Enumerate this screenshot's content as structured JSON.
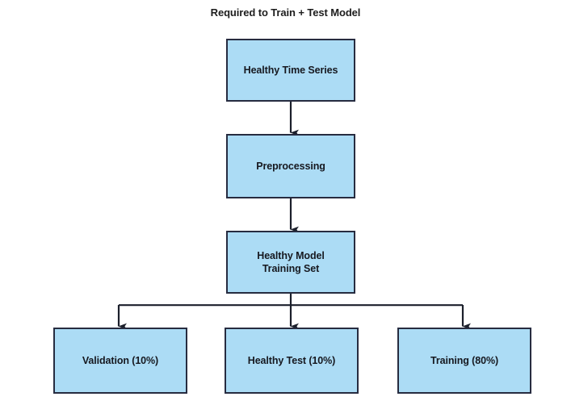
{
  "diagram": {
    "title": "Required to Train + Test Model",
    "type": "flowchart",
    "background_color": "#ffffff",
    "node_fill_color": "#ACDCF5",
    "node_border_color": "#272C40",
    "connector_color": "#1b1f2b",
    "text_color": "#16181f",
    "nodes": [
      {
        "id": "healthy-time-series",
        "label": "Healthy Time Series"
      },
      {
        "id": "preprocessing",
        "label": "Preprocessing"
      },
      {
        "id": "healthy-model-set",
        "label": "Healthy Model\nTraining Set"
      },
      {
        "id": "validation",
        "label": "Validation (10%)"
      },
      {
        "id": "healthy-test",
        "label": "Healthy Test (10%)"
      },
      {
        "id": "training",
        "label": "Training (80%)"
      }
    ],
    "edges": [
      {
        "from": "healthy-time-series",
        "to": "preprocessing",
        "style": "arrow-down"
      },
      {
        "from": "preprocessing",
        "to": "healthy-model-set",
        "style": "arrow-down"
      },
      {
        "from": "healthy-model-set",
        "to": "validation",
        "style": "elbow-arrow-down-left"
      },
      {
        "from": "healthy-model-set",
        "to": "healthy-test",
        "style": "arrow-down"
      },
      {
        "from": "healthy-model-set",
        "to": "training",
        "style": "elbow-arrow-down-right"
      }
    ]
  }
}
